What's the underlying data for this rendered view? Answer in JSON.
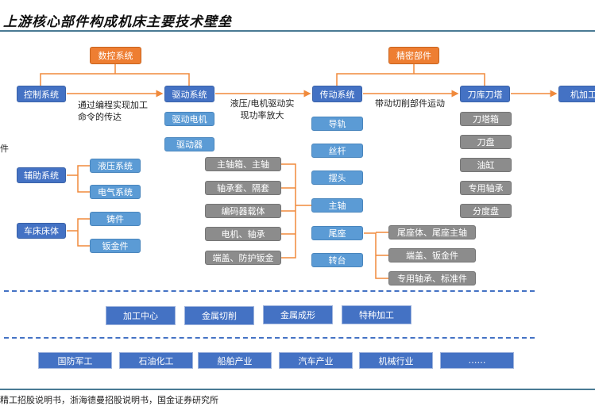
{
  "title": "上游核心部件构成机床主要技术壁垒",
  "left_partial": "件",
  "top": {
    "cnc": "数控系统",
    "precision": "精密部件"
  },
  "main": {
    "control": "控制系统",
    "drive": "驱动系统",
    "transmission": "传动系统",
    "tool_magazine": "刀库刀塔",
    "machining": "机加工"
  },
  "notes": {
    "control_drive": [
      "通过编程实现加工",
      "命令的传达"
    ],
    "drive_trans": [
      "液压/电机驱动实",
      "现功率放大"
    ],
    "trans_tool": "带动切削部件运动"
  },
  "drive_parts": [
    "驱动电机",
    "驱动器"
  ],
  "transmission_parts": [
    "导轨",
    "丝杆",
    "摆头",
    "主轴",
    "尾座",
    "转台"
  ],
  "tool_parts": [
    "刀塔箱",
    "刀盘",
    "油缸",
    "专用轴承",
    "分度盘"
  ],
  "tailstock_parts": [
    "尾座体、尾座主轴",
    "端盖、钣金件",
    "专用轴承、标准件"
  ],
  "spindle_parts": [
    "主轴箱、主轴",
    "轴承套、隔套",
    "编码器载体",
    "电机、轴承",
    "端盖、防护钣金"
  ],
  "aux": {
    "label": "辅助系统",
    "parts": [
      "液压系统",
      "电气系统"
    ]
  },
  "bed": {
    "label": "车床床体",
    "parts": [
      "铸件",
      "钣金件"
    ]
  },
  "processing": [
    "加工中心",
    "金属切削",
    "金属成形",
    "特种加工"
  ],
  "industries": [
    "国防军工",
    "石油化工",
    "船舶产业",
    "汽车产业",
    "机械行业",
    "……"
  ],
  "source": "精工招股说明书，浙海德曼招股说明书，国金证券研究所"
}
